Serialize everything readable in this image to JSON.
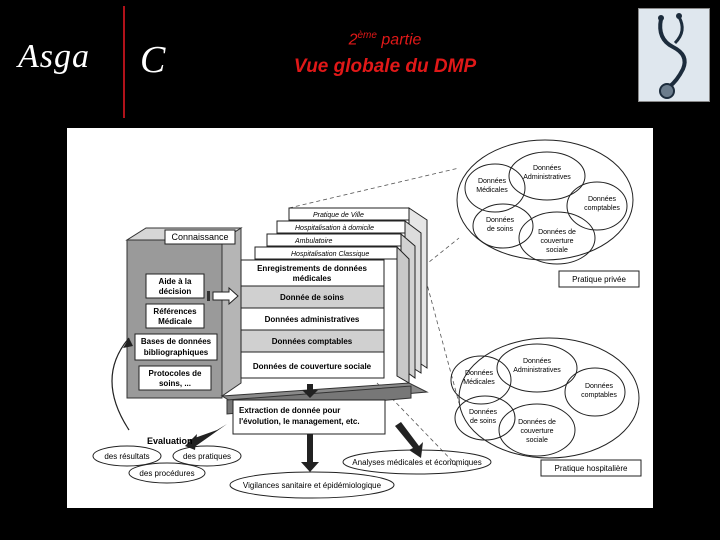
{
  "logo": {
    "brand": "Asga",
    "mark": "C"
  },
  "header": {
    "part_number": "2",
    "part_suffix": "ème",
    "part_word": "partie",
    "title": "Vue globale du DMP"
  },
  "diagram": {
    "left_labels": {
      "connaissance": "Connaissance",
      "aide_line1": "Aide à la",
      "aide_line2": "décision",
      "ref_line1": "Références",
      "ref_line2": "Médicale",
      "bases_line1": "Bases de données",
      "bases_line2": "bibliographiques",
      "proto_line1": "Protocoles de",
      "proto_line2": "soins, ..."
    },
    "care_modes": [
      "Pratique de Ville",
      "Hospitalisation à domicile",
      "Ambulatoire",
      "Hospitalisation Classique"
    ],
    "layers": {
      "enreg_line1": "Enregistrements de données",
      "enreg_line2": "médicales",
      "soins": "Donnée de soins",
      "admin": "Données administratives",
      "compta": "Données comptables",
      "couverture": "Données de couverture sociale"
    },
    "extraction_line1": "Extraction de donnée pour",
    "extraction_line2": "l'évolution, le management, etc.",
    "evaluation": {
      "title": "Evaluation",
      "resultats": "des résultats",
      "pratiques": "des pratiques",
      "procedures": "des procédures"
    },
    "outputs": {
      "analyses": "Analyses médicales et économiques",
      "vigilances": "Vigilances sanitaire et épidémiologique"
    },
    "venn_top": {
      "admin_line1": "Données",
      "admin_line2": "Administratives",
      "med_line1": "Données",
      "med_line2": "Médicales",
      "compta_line1": "Données",
      "compta_line2": "comptables",
      "soins_line1": "Données",
      "soins_line2": "de soins",
      "couv_line1": "Données de",
      "couv_line2": "couverture",
      "couv_line3": "sociale",
      "label": "Pratique privée"
    },
    "venn_bottom": {
      "admin_line1": "Données",
      "admin_line2": "Administratives",
      "med_line1": "Données",
      "med_line2": "Médicales",
      "compta_line1": "Données",
      "compta_line2": "comptables",
      "soins_line1": "Données",
      "soins_line2": "de soins",
      "couv_line1": "Données de",
      "couv_line2": "couverture",
      "couv_line3": "sociale",
      "label": "Pratique hospitalière"
    }
  }
}
